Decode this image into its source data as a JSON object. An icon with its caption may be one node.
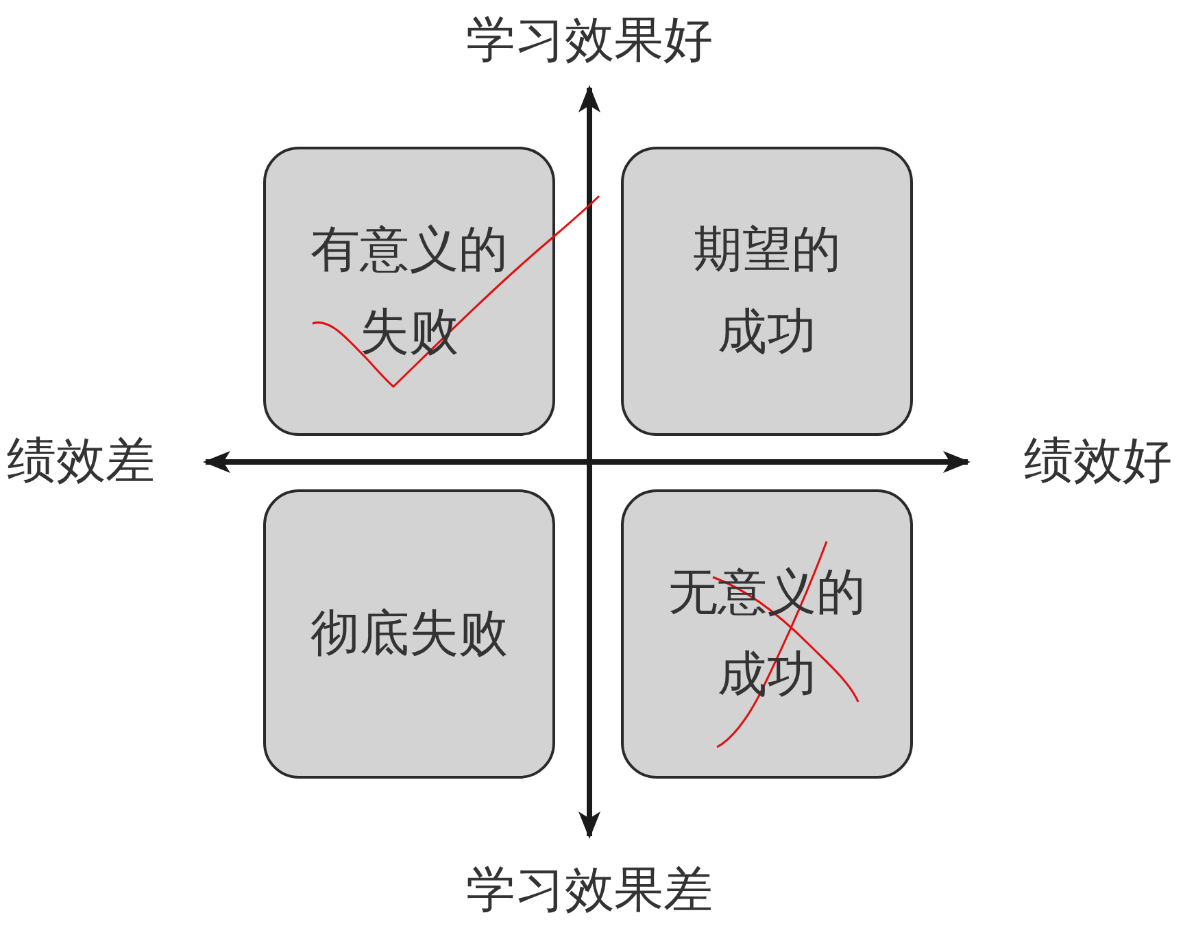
{
  "diagram": {
    "nodes": [
      {
        "text": [
          "有意义的失败"
        ]
      },
      {
        "text": [
          "期望的成功"
        ]
      },
      {
        "text": [
          "彻底失败"
        ]
      },
      {
        "text": [
          "无意义的成功"
        ]
      }
    ],
    "labels": [
      "学习效果好",
      "绩效差",
      "绩效好",
      "学习效果差"
    ]
  }
}
